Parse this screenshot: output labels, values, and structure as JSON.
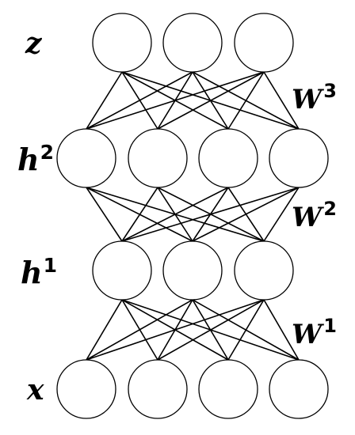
{
  "layers": [
    {
      "id": "z",
      "label_base": "z",
      "label_sup": "",
      "nodes": 3
    },
    {
      "id": "h2",
      "label_base": "h",
      "label_sup": "2",
      "nodes": 4
    },
    {
      "id": "h1",
      "label_base": "h",
      "label_sup": "1",
      "nodes": 3
    },
    {
      "id": "x",
      "label_base": "x",
      "label_sup": "",
      "nodes": 4
    }
  ],
  "weights": [
    {
      "id": "W3",
      "label_base": "W",
      "label_sup": "3",
      "between": [
        "z",
        "h2"
      ]
    },
    {
      "id": "W2",
      "label_base": "W",
      "label_sup": "2",
      "between": [
        "h2",
        "h1"
      ]
    },
    {
      "id": "W1",
      "label_base": "W",
      "label_sup": "1",
      "between": [
        "h1",
        "x"
      ]
    }
  ],
  "colors": {
    "stroke": "#000000",
    "node_fill": "#ffffff",
    "background": "#ffffff"
  }
}
